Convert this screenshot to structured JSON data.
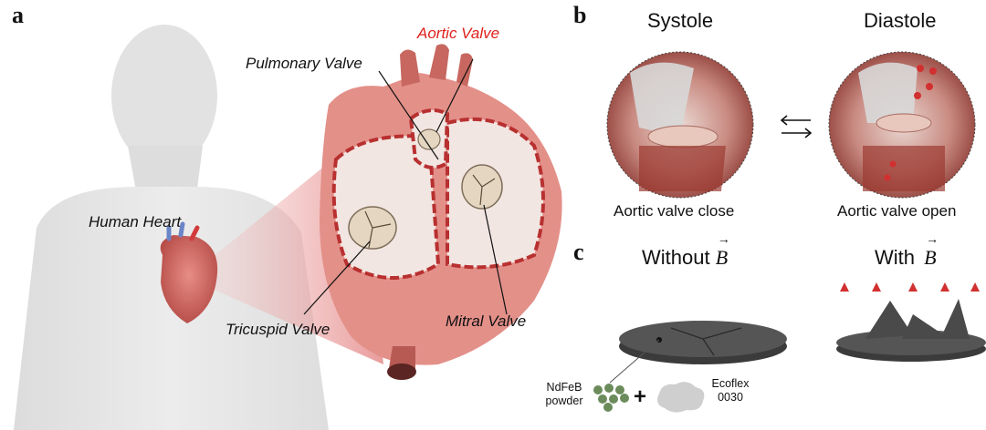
{
  "panel_a": {
    "letter": "a",
    "labels": {
      "aortic_valve": "Aortic Valve",
      "pulmonary_valve": "Pulmonary Valve",
      "human_heart": "Human Heart",
      "tricuspid_valve": "Tricuspid Valve",
      "mitral_valve": "Mitral Valve"
    },
    "colors": {
      "aortic_label": "#e0201c",
      "outline_red": "#d21f1f"
    }
  },
  "panel_b": {
    "letter": "b",
    "systole_title": "Systole",
    "diastole_title": "Diastole",
    "systole_caption": "Aortic valve close",
    "diastole_caption": "Aortic valve open"
  },
  "panel_c": {
    "letter": "c",
    "without_title": "Without",
    "with_title": "With",
    "field_symbol": "B",
    "ndfeb_label_line1": "NdFeB",
    "ndfeb_label_line2": "powder",
    "plus": "+",
    "ecoflex_line1": "Ecoflex",
    "ecoflex_line2": "0030"
  }
}
